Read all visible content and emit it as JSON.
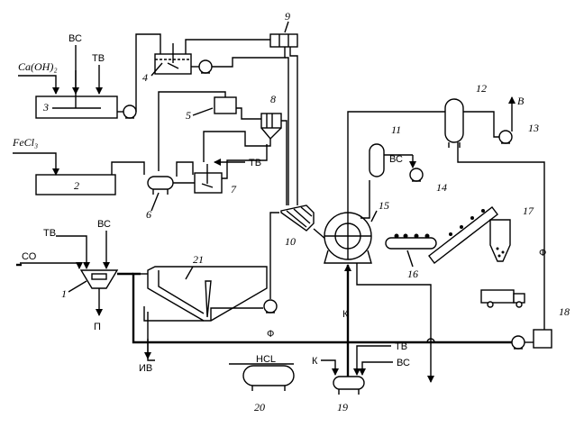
{
  "inputs": {
    "caoh2": "Ca(OH)₂",
    "fecl3": "FeCl₃",
    "hcl": "HCL"
  },
  "streams": {
    "vs": "ВС",
    "tv": "ТВ",
    "so": "СО",
    "p": "П",
    "iv": "ИВ",
    "f": "Ф",
    "k": "К",
    "v": "В"
  },
  "numbers": {
    "n1": "1",
    "n2": "2",
    "n3": "3",
    "n4": "4",
    "n5": "5",
    "n6": "6",
    "n7": "7",
    "n8": "8",
    "n9": "9",
    "n10": "10",
    "n11": "11",
    "n12": "12",
    "n13": "13",
    "n14": "14",
    "n15": "15",
    "n16": "16",
    "n17": "17",
    "n18": "18",
    "n19": "19",
    "n20": "20",
    "n21": "21"
  }
}
